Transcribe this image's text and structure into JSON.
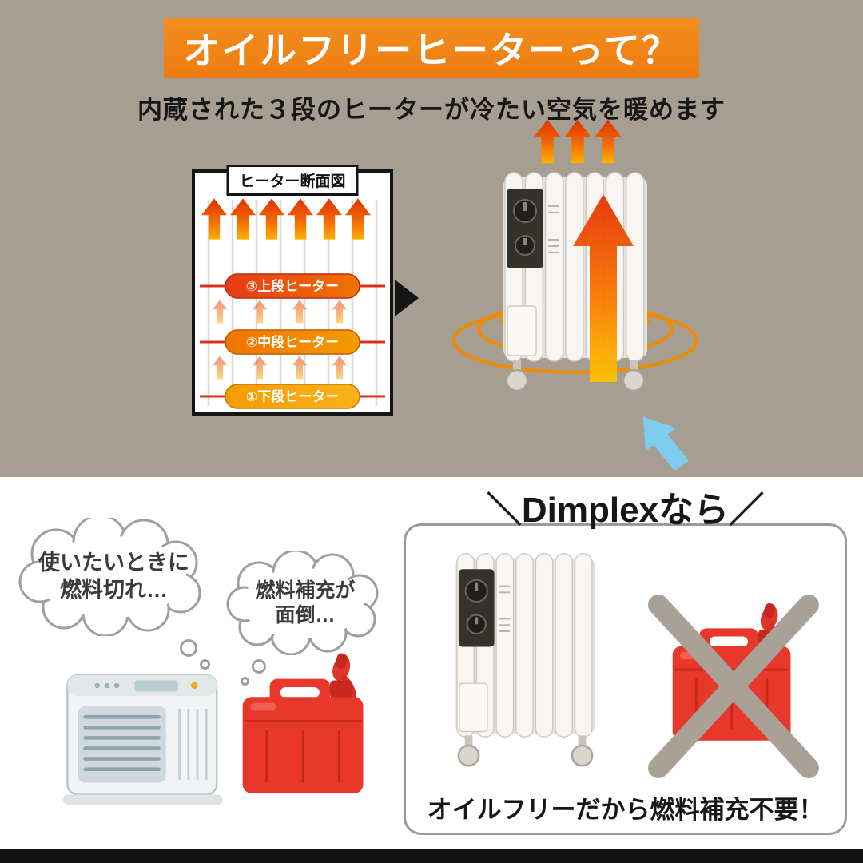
{
  "top": {
    "banner_title": "オイルフリーヒーターって？",
    "subtitle": "内蔵された３段のヒーターが冷たい空気を暖めます",
    "diagram": {
      "title": "ヒーター断面図",
      "stages": [
        {
          "label": "③上段ヒーター"
        },
        {
          "label": "②中段ヒーター"
        },
        {
          "label": "①下段ヒーター"
        }
      ]
    }
  },
  "bottom": {
    "bubble_fuel_out": {
      "line1": "使いたいときに",
      "line2": "燃料切れ…"
    },
    "bubble_refill": {
      "line1": "燃料補充が",
      "line2": "面倒…"
    },
    "dimplex_card": {
      "title": "＼Dimplexなら／",
      "caption": "オイルフリーだから燃料補充不要！"
    }
  },
  "colors": {
    "top_background": "#a79e92",
    "banner_orange": "#ee7c10",
    "heat_red": "#e03000",
    "heat_orange": "#ffb000",
    "swirl_orange": "#f08c00",
    "cold_air_blue": "#7fcdee",
    "tank_red": "#e8382c",
    "cross_gray": "#a9a195"
  }
}
